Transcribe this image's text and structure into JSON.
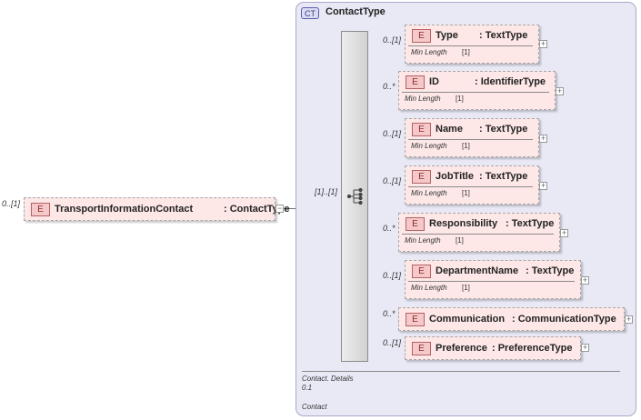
{
  "root": {
    "multiplicity": "0..[1]",
    "badge": "E",
    "name": "TransportInformationContact",
    "type": ": ContactType",
    "toggle": "−"
  },
  "complex_type": {
    "badge": "CT",
    "name": "ContactType",
    "sequence_multiplicity": "[1]..[1]",
    "footer": {
      "line1": "Contact. Details",
      "line2": "0.1",
      "line3": "Contact"
    }
  },
  "elements": [
    {
      "multiplicity": "0..[1]",
      "badge": "E",
      "name": "Type",
      "type": ": TextType",
      "prop_label": "Min Length",
      "prop_value": "[1]",
      "expand": "+"
    },
    {
      "multiplicity": "0..*",
      "badge": "E",
      "name": "ID",
      "type": ": IdentifierType",
      "prop_label": "Min Length",
      "prop_value": "[1]",
      "expand": "+"
    },
    {
      "multiplicity": "0..[1]",
      "badge": "E",
      "name": "Name",
      "type": ": TextType",
      "prop_label": "Min Length",
      "prop_value": "[1]",
      "expand": "+"
    },
    {
      "multiplicity": "0..[1]",
      "badge": "E",
      "name": "JobTitle",
      "type": ": TextType",
      "prop_label": "Min Length",
      "prop_value": "[1]",
      "expand": "+"
    },
    {
      "multiplicity": "0..*",
      "badge": "E",
      "name": "Responsibility",
      "type": ": TextType",
      "prop_label": "Min Length",
      "prop_value": "[1]",
      "expand": "+"
    },
    {
      "multiplicity": "0..[1]",
      "badge": "E",
      "name": "DepartmentName",
      "type": ": TextType",
      "prop_label": "Min Length",
      "prop_value": "[1]",
      "expand": "+"
    },
    {
      "multiplicity": "0..*",
      "badge": "E",
      "name": "Communication",
      "type": ": CommunicationType",
      "expand": "+"
    },
    {
      "multiplicity": "0..[1]",
      "badge": "E",
      "name": "Preference",
      "type": ": PreferenceType",
      "expand": "+"
    }
  ]
}
